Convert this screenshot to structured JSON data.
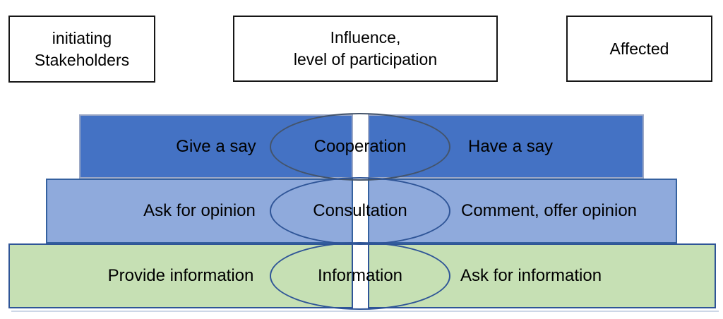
{
  "header_boxes": {
    "initiating": "initiating\nStakeholders",
    "influence": "Influence,\nlevel of participation",
    "affected": "Affected"
  },
  "rows": [
    {
      "id": "cooperation",
      "left_label": "Give a say",
      "center_label": "Cooperation",
      "right_label": "Have a say",
      "fill_color": "#4472C4",
      "border_color": "#9DA9C6",
      "ellipse_border_color": "#44546A"
    },
    {
      "id": "consultation",
      "left_label": "Ask for opinion",
      "center_label": "Consultation",
      "right_label": "Comment, offer opinion",
      "fill_color": "#8FAADC",
      "border_color": "#35619F",
      "ellipse_border_color": "#2F5597"
    },
    {
      "id": "information",
      "left_label": "Provide information",
      "center_label": "Information",
      "right_label": "Ask for information",
      "fill_color": "#C6E0B4",
      "border_color": "#2F5597",
      "ellipse_border_color": "#2F5597"
    }
  ],
  "colors": {
    "background": "#ffffff",
    "header_box_border": "#161616",
    "text": "#000000",
    "center_gap": "#ffffff"
  }
}
